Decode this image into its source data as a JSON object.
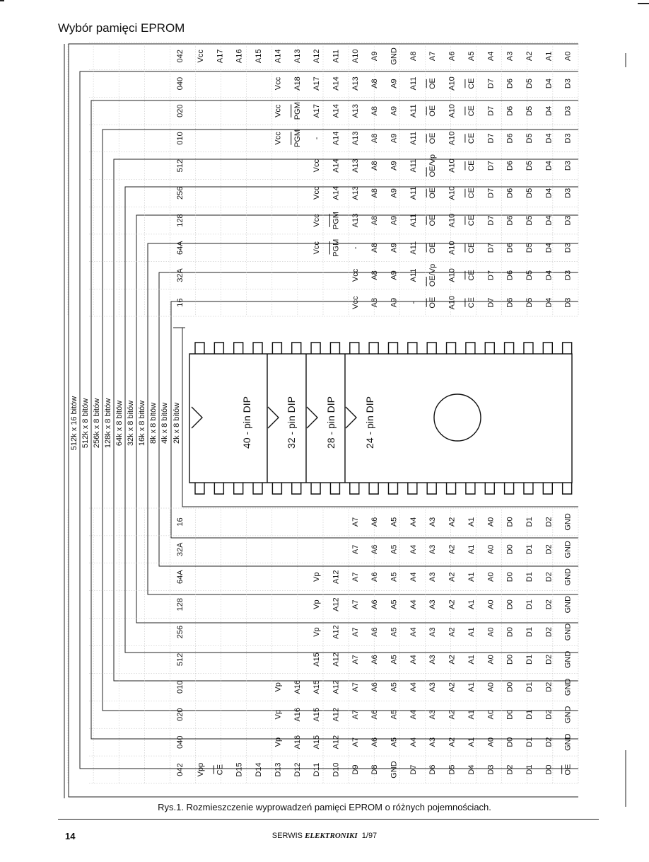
{
  "page_title": "Wybór pamięci EPROM",
  "caption": "Rys.1. Rozmieszczenie wyprowadzeń pamięci EPROM o różnych pojemnościach.",
  "footer": {
    "page_number": "14",
    "magazine_prefix": "SERWIS",
    "magazine_name": "ELEKTRONIKI",
    "issue": "1/97"
  },
  "capacities": [
    "512k x 16 bitów",
    "512k x 8 bitów",
    "256k x 8 bitów",
    "128k x 8 bitów",
    "64k x 8 bitów",
    "32k x 8 bitów",
    "16k x 8 bitów",
    "8k x 8 bitów",
    "4k x 8 bitów",
    "2k x 8 bitów"
  ],
  "packages": [
    "40 - pin DIP",
    "32 - pin DIP",
    "28 - pin DIP",
    "24 - pin DIP"
  ],
  "top_rows": [
    {
      "name": "042",
      "pins": [
        "Vcc",
        "A17",
        "A16",
        "A15",
        "A14",
        "A13",
        "A12",
        "A11",
        "A10",
        "A9",
        "GND",
        "A8",
        "A7",
        "A6",
        "A5",
        "A4",
        "A3",
        "A2",
        "A1",
        "A0"
      ]
    },
    {
      "name": "040",
      "pins": [
        "",
        "",
        "",
        "",
        "Vcc",
        "A18",
        "A17",
        "A14",
        "A13",
        "A8",
        "A9",
        "A11",
        "OE",
        "A10",
        "CE",
        "D7",
        "D6",
        "D5",
        "D4",
        "D3"
      ]
    },
    {
      "name": "020",
      "pins": [
        "",
        "",
        "",
        "",
        "Vcc",
        "PGM",
        "A17",
        "A14",
        "A13",
        "A8",
        "A9",
        "A11",
        "OE",
        "A10",
        "CE",
        "D7",
        "D6",
        "D5",
        "D4",
        "D3"
      ]
    },
    {
      "name": "010",
      "pins": [
        "",
        "",
        "",
        "",
        "Vcc",
        "PGM",
        "-",
        "A14",
        "A13",
        "A8",
        "A9",
        "A11",
        "OE",
        "A10",
        "CE",
        "D7",
        "D6",
        "D5",
        "D4",
        "D3"
      ]
    },
    {
      "name": "512",
      "pins": [
        "",
        "",
        "",
        "",
        "",
        "",
        "Vcc",
        "A14",
        "A13",
        "A8",
        "A9",
        "A11",
        "OE/Vp",
        "A10",
        "CE",
        "D7",
        "D6",
        "D5",
        "D4",
        "D3"
      ]
    },
    {
      "name": "256",
      "pins": [
        "",
        "",
        "",
        "",
        "",
        "",
        "Vcc",
        "A14",
        "A13",
        "A8",
        "A9",
        "A11",
        "OE",
        "A10",
        "CE",
        "D7",
        "D6",
        "D5",
        "D4",
        "D3"
      ]
    },
    {
      "name": "128",
      "pins": [
        "",
        "",
        "",
        "",
        "",
        "",
        "Vcc",
        "PGM",
        "A13",
        "A8",
        "A9",
        "A11",
        "OE",
        "A10",
        "CE",
        "D7",
        "D6",
        "D5",
        "D4",
        "D3"
      ]
    },
    {
      "name": "64A",
      "pins": [
        "",
        "",
        "",
        "",
        "",
        "",
        "Vcc",
        "PGM",
        "-",
        "A8",
        "A9",
        "A11",
        "OE",
        "A10",
        "CE",
        "D7",
        "D6",
        "D5",
        "D4",
        "D3"
      ]
    },
    {
      "name": "32A",
      "pins": [
        "",
        "",
        "",
        "",
        "",
        "",
        "",
        "",
        "Vcc",
        "A8",
        "A9",
        "A11",
        "OE/Vp",
        "A10",
        "CE",
        "D7",
        "D6",
        "D5",
        "D4",
        "D3"
      ]
    },
    {
      "name": "16",
      "pins": [
        "",
        "",
        "",
        "",
        "",
        "",
        "",
        "",
        "Vcc",
        "A8",
        "A9",
        "-",
        "OE",
        "A10",
        "CE",
        "D7",
        "D6",
        "D5",
        "D4",
        "D3"
      ]
    }
  ],
  "bottom_rows": [
    {
      "name": "16",
      "pins": [
        "",
        "",
        "",
        "",
        "",
        "",
        "",
        "",
        "A7",
        "A6",
        "A5",
        "A4",
        "A3",
        "A2",
        "A1",
        "A0",
        "D0",
        "D1",
        "D2",
        "GND"
      ]
    },
    {
      "name": "32A",
      "pins": [
        "",
        "",
        "",
        "",
        "",
        "",
        "",
        "",
        "A7",
        "A6",
        "A5",
        "A4",
        "A3",
        "A2",
        "A1",
        "A0",
        "D0",
        "D1",
        "D2",
        "GND"
      ]
    },
    {
      "name": "64A",
      "pins": [
        "",
        "",
        "",
        "",
        "",
        "",
        "Vp",
        "A12",
        "A7",
        "A6",
        "A5",
        "A4",
        "A3",
        "A2",
        "A1",
        "A0",
        "D0",
        "D1",
        "D2",
        "GND"
      ]
    },
    {
      "name": "128",
      "pins": [
        "",
        "",
        "",
        "",
        "",
        "",
        "Vp",
        "A12",
        "A7",
        "A6",
        "A5",
        "A4",
        "A3",
        "A2",
        "A1",
        "A0",
        "D0",
        "D1",
        "D2",
        "GND"
      ]
    },
    {
      "name": "256",
      "pins": [
        "",
        "",
        "",
        "",
        "",
        "",
        "Vp",
        "A12",
        "A7",
        "A6",
        "A5",
        "A4",
        "A3",
        "A2",
        "A1",
        "A0",
        "D0",
        "D1",
        "D2",
        "GND"
      ]
    },
    {
      "name": "512",
      "pins": [
        "",
        "",
        "",
        "",
        "",
        "",
        "A15",
        "A12",
        "A7",
        "A6",
        "A5",
        "A4",
        "A3",
        "A2",
        "A1",
        "A0",
        "D0",
        "D1",
        "D2",
        "GND"
      ]
    },
    {
      "name": "010",
      "pins": [
        "",
        "",
        "",
        "",
        "Vp",
        "A16",
        "A15",
        "A12",
        "A7",
        "A6",
        "A5",
        "A4",
        "A3",
        "A2",
        "A1",
        "A0",
        "D0",
        "D1",
        "D2",
        "GND"
      ]
    },
    {
      "name": "020",
      "pins": [
        "",
        "",
        "",
        "",
        "Vp",
        "A16",
        "A15",
        "A12",
        "A7",
        "A6",
        "A5",
        "A4",
        "A3",
        "A2",
        "A1",
        "A0",
        "D0",
        "D1",
        "D2",
        "GND"
      ]
    },
    {
      "name": "040",
      "pins": [
        "",
        "",
        "",
        "",
        "Vp",
        "A16",
        "A15",
        "A12",
        "A7",
        "A6",
        "A5",
        "A4",
        "A3",
        "A2",
        "A1",
        "A0",
        "D0",
        "D1",
        "D2",
        "GND"
      ]
    },
    {
      "name": "042",
      "pins": [
        "Vpp",
        "CE",
        "D15",
        "D14",
        "D13",
        "D12",
        "D11",
        "D10",
        "D9",
        "D8",
        "GND",
        "D7",
        "D6",
        "D5",
        "D4",
        "D3",
        "D2",
        "D1",
        "D0",
        "OE"
      ]
    }
  ],
  "overlined_signals": [
    "OE",
    "CE",
    "PGM",
    "OE/Vp"
  ]
}
